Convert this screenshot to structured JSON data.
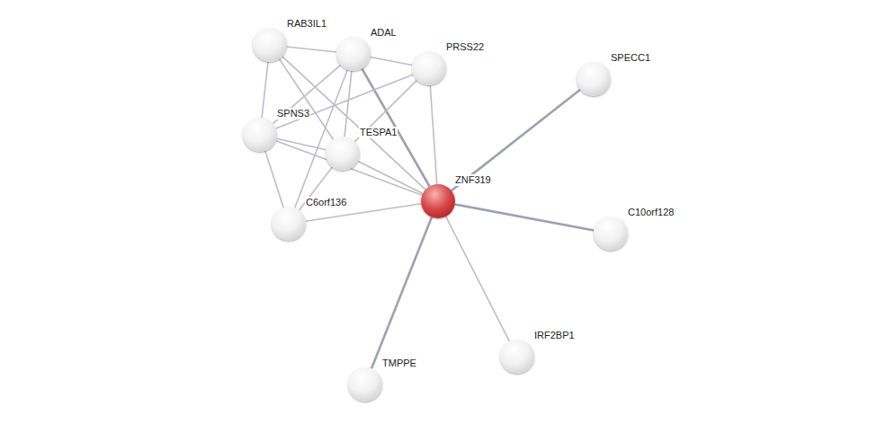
{
  "diagram": {
    "nodes": [
      {
        "text": [
          "RAB3IL1"
        ]
      },
      {
        "text": [
          "ADAL"
        ]
      },
      {
        "text": [
          "PRSS22"
        ]
      },
      {
        "text": [
          "SPECC1"
        ]
      },
      {
        "text": [
          "SPNS3"
        ]
      },
      {
        "text": [
          "TESPA1"
        ]
      },
      {
        "text": [
          "ZNF319"
        ]
      },
      {
        "text": [
          "C6orf136"
        ]
      },
      {
        "text": [
          "C10orf128"
        ]
      },
      {
        "text": [
          "TMPPE"
        ]
      },
      {
        "text": [
          "IRF2BP1"
        ]
      }
    ],
    "edges": [
      {
        "from": 6,
        "to": 3,
        "arrow": "none"
      },
      {
        "from": 6,
        "to": 8,
        "arrow": "none"
      },
      {
        "from": 6,
        "to": 10,
        "arrow": "none"
      },
      {
        "from": 6,
        "to": 9,
        "arrow": "none"
      },
      {
        "from": 6,
        "to": 2,
        "arrow": "none"
      },
      {
        "from": 6,
        "to": 1,
        "arrow": "none"
      },
      {
        "from": 6,
        "to": 0,
        "arrow": "none"
      },
      {
        "from": 6,
        "to": 5,
        "arrow": "none"
      },
      {
        "from": 6,
        "to": 4,
        "arrow": "none"
      },
      {
        "from": 6,
        "to": 7,
        "arrow": "none"
      },
      {
        "from": 0,
        "to": 1,
        "arrow": "none"
      },
      {
        "from": 0,
        "to": 4,
        "arrow": "none"
      },
      {
        "from": 0,
        "to": 5,
        "arrow": "none"
      },
      {
        "from": 1,
        "to": 2,
        "arrow": "none"
      },
      {
        "from": 1,
        "to": 4,
        "arrow": "none"
      },
      {
        "from": 1,
        "to": 5,
        "arrow": "none"
      },
      {
        "from": 1,
        "to": 7,
        "arrow": "none"
      },
      {
        "from": 2,
        "to": 4,
        "arrow": "none"
      },
      {
        "from": 2,
        "to": 5,
        "arrow": "none"
      },
      {
        "from": 4,
        "to": 5,
        "arrow": "none"
      },
      {
        "from": 4,
        "to": 7,
        "arrow": "none"
      },
      {
        "from": 5,
        "to": 7,
        "arrow": "none"
      }
    ]
  }
}
